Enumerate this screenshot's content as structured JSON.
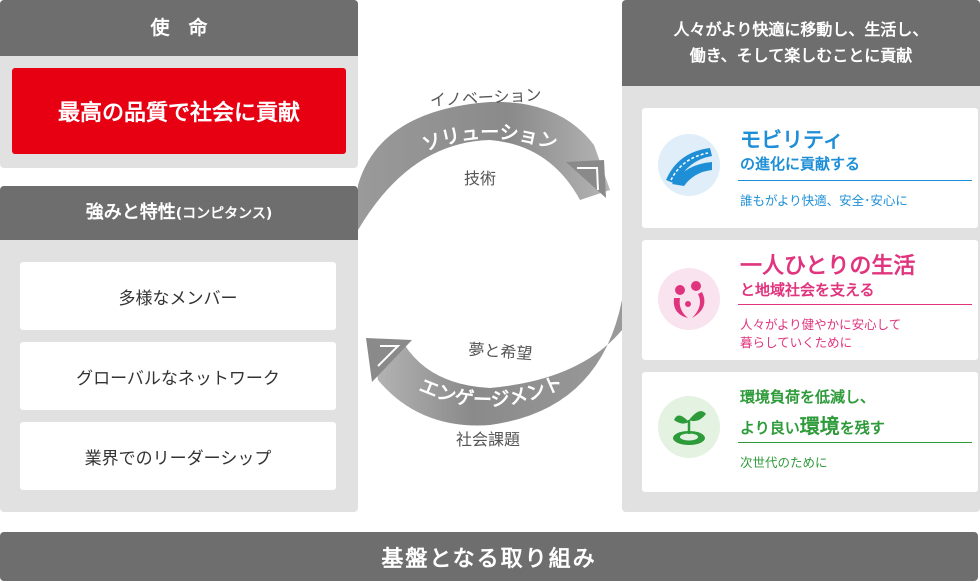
{
  "mission": {
    "header": "使　命",
    "statement": "最高の品質で社会に貢献"
  },
  "competencies": {
    "header_main": "強みと特性",
    "header_sub": "(コンピタンス)",
    "items": [
      "多様なメンバー",
      "グローバルなネットワーク",
      "業界でのリーダーシップ"
    ]
  },
  "cycle": {
    "top_above": "イノベーション",
    "top_arrow": "ソリューション",
    "top_below": "技術",
    "bottom_above": "夢と希望",
    "bottom_arrow": "エンゲージメント",
    "bottom_below": "社会課題",
    "arrow_color": "#8a8a8a"
  },
  "contribution": {
    "header_line1": "人々がより快適に移動し、生活し、",
    "header_line2": "働き、そして楽しむことに貢献",
    "goals": [
      {
        "icon": "road-icon",
        "title1": "モビリティ",
        "title2": "の進化に貢献する",
        "subtitle": "誰もがより快適、安全･安心に",
        "color": "#1e8fd6"
      },
      {
        "icon": "people-icon",
        "title1": "一人ひとりの生活",
        "title2": "と地域社会を支える",
        "subtitle1": "人々がより健やかに安心して",
        "subtitle2": "暮らしていくために",
        "color": "#e0357e"
      },
      {
        "icon": "sprout-icon",
        "title1a": "環境負荷を低減し、",
        "title2a": "より良い",
        "title2b": "環境",
        "title2c": "を残す",
        "subtitle": "次世代のために",
        "color": "#2e9b3a"
      }
    ]
  },
  "foundation": "基盤となる取り組み"
}
